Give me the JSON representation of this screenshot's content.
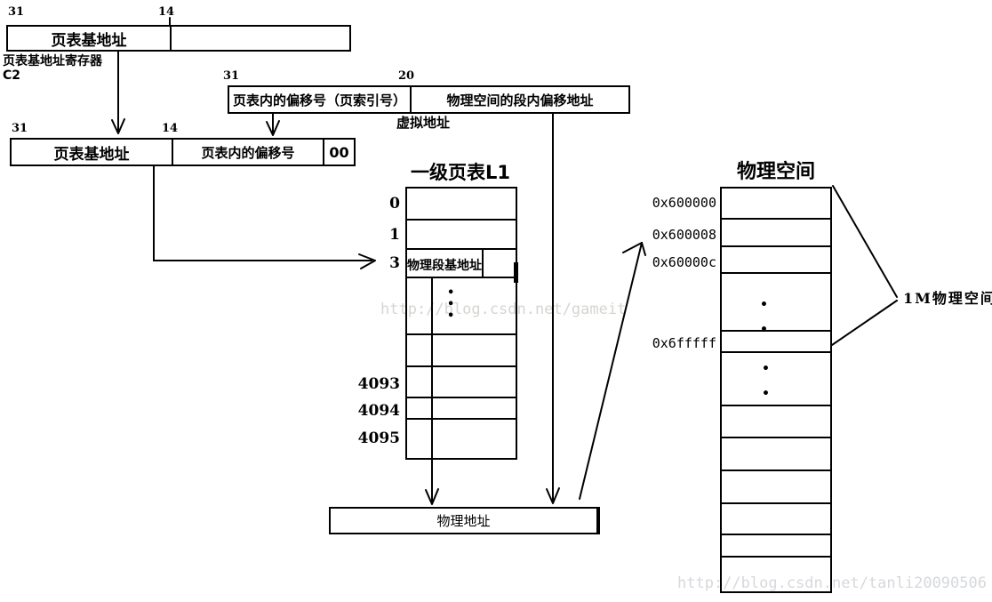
{
  "diagram": {
    "reg1": {
      "bit31": "31",
      "bit14": "14",
      "field": "页表基地址",
      "caption1": "页表基地址寄存器",
      "caption2": "C2"
    },
    "vaddr": {
      "bit31": "31",
      "bit20": "20",
      "left_field": "页表内的偏移号（页索引号）",
      "right_field": "物理空间的段内偏移地址",
      "caption": "虚拟地址"
    },
    "reg2": {
      "bit31": "31",
      "bit14": "14",
      "field1": "页表基地址",
      "field2": "页表内的偏移号",
      "field3": "00"
    },
    "l1_table": {
      "title": "一级页表L1",
      "entry_value": "物理段基地址",
      "dots": "•\n•\n•",
      "labels": [
        "0",
        "1",
        "3",
        "4093",
        "4094",
        "4095"
      ]
    },
    "phys_table": {
      "title": "物理空间",
      "labels": [
        "0x600000",
        "0x600008",
        "0x60000c",
        "0x6fffff"
      ],
      "dots_a": "•\n•",
      "dots_b": "•\n•",
      "size_note": "1M物理空间"
    },
    "paddr_box": {
      "label": "物理地址"
    },
    "watermark_top": "http://blog.csdn.net/gameit",
    "watermark_bottom": "http://blog.csdn.net/tanli20090506"
  }
}
